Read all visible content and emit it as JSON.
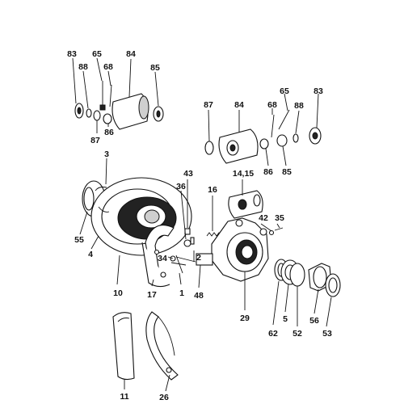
{
  "colors": {
    "ink": "#111111",
    "watermark": "#f2b9b9",
    "background": "#ffffff"
  },
  "watermark": "",
  "callouts": [
    "83",
    "88",
    "65",
    "68",
    "84",
    "85",
    "86",
    "87",
    "87",
    "84",
    "68",
    "65",
    "88",
    "83",
    "86",
    "85",
    "14,15",
    "3",
    "43",
    "36",
    "16",
    "42",
    "35",
    "55",
    "4",
    "2",
    "34",
    "10",
    "17",
    "1",
    "48",
    "29",
    "5",
    "62",
    "52",
    "56",
    "53",
    "11",
    "26"
  ]
}
